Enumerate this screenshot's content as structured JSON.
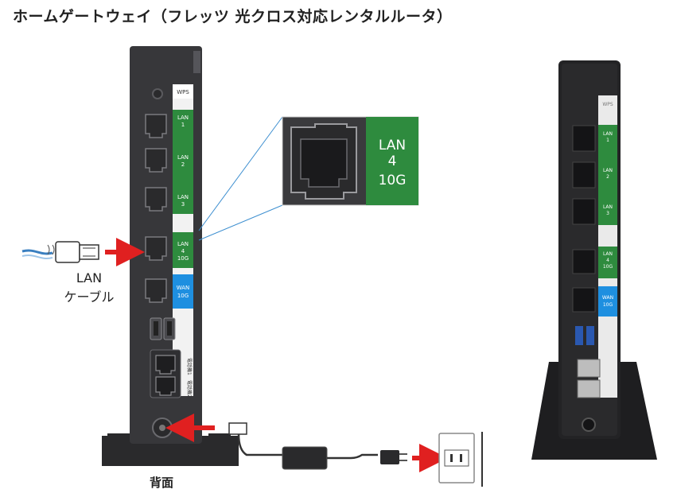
{
  "title": "ホームゲートウェイ（フレッツ 光クロス対応レンタルルータ）",
  "labels": {
    "cable_line1": "LAN",
    "cable_line2": "ケーブル",
    "back": "背面"
  },
  "ports": {
    "wps": "WPS",
    "lan1": [
      "LAN",
      "1"
    ],
    "lan2": [
      "LAN",
      "2"
    ],
    "lan3": [
      "LAN",
      "3"
    ],
    "lan4": [
      "LAN",
      "4",
      "10G"
    ],
    "wan": [
      "WAN",
      "10G"
    ],
    "tel1": "電話機1",
    "tel2": "電話機2"
  },
  "zoom_port": [
    "LAN",
    "4",
    "10G"
  ],
  "colors": {
    "device": "#37373a",
    "lan_green": "#2e8b3e",
    "wan_blue": "#1e8fe0",
    "arrow_red": "#e02020",
    "cable_blue": "#3a7fc0",
    "callout_line": "#3d8fd0"
  },
  "icons": [
    "lan-cable-icon",
    "ac-adapter-icon",
    "wall-outlet-icon",
    "usb-port-icon",
    "power-jack-icon"
  ]
}
